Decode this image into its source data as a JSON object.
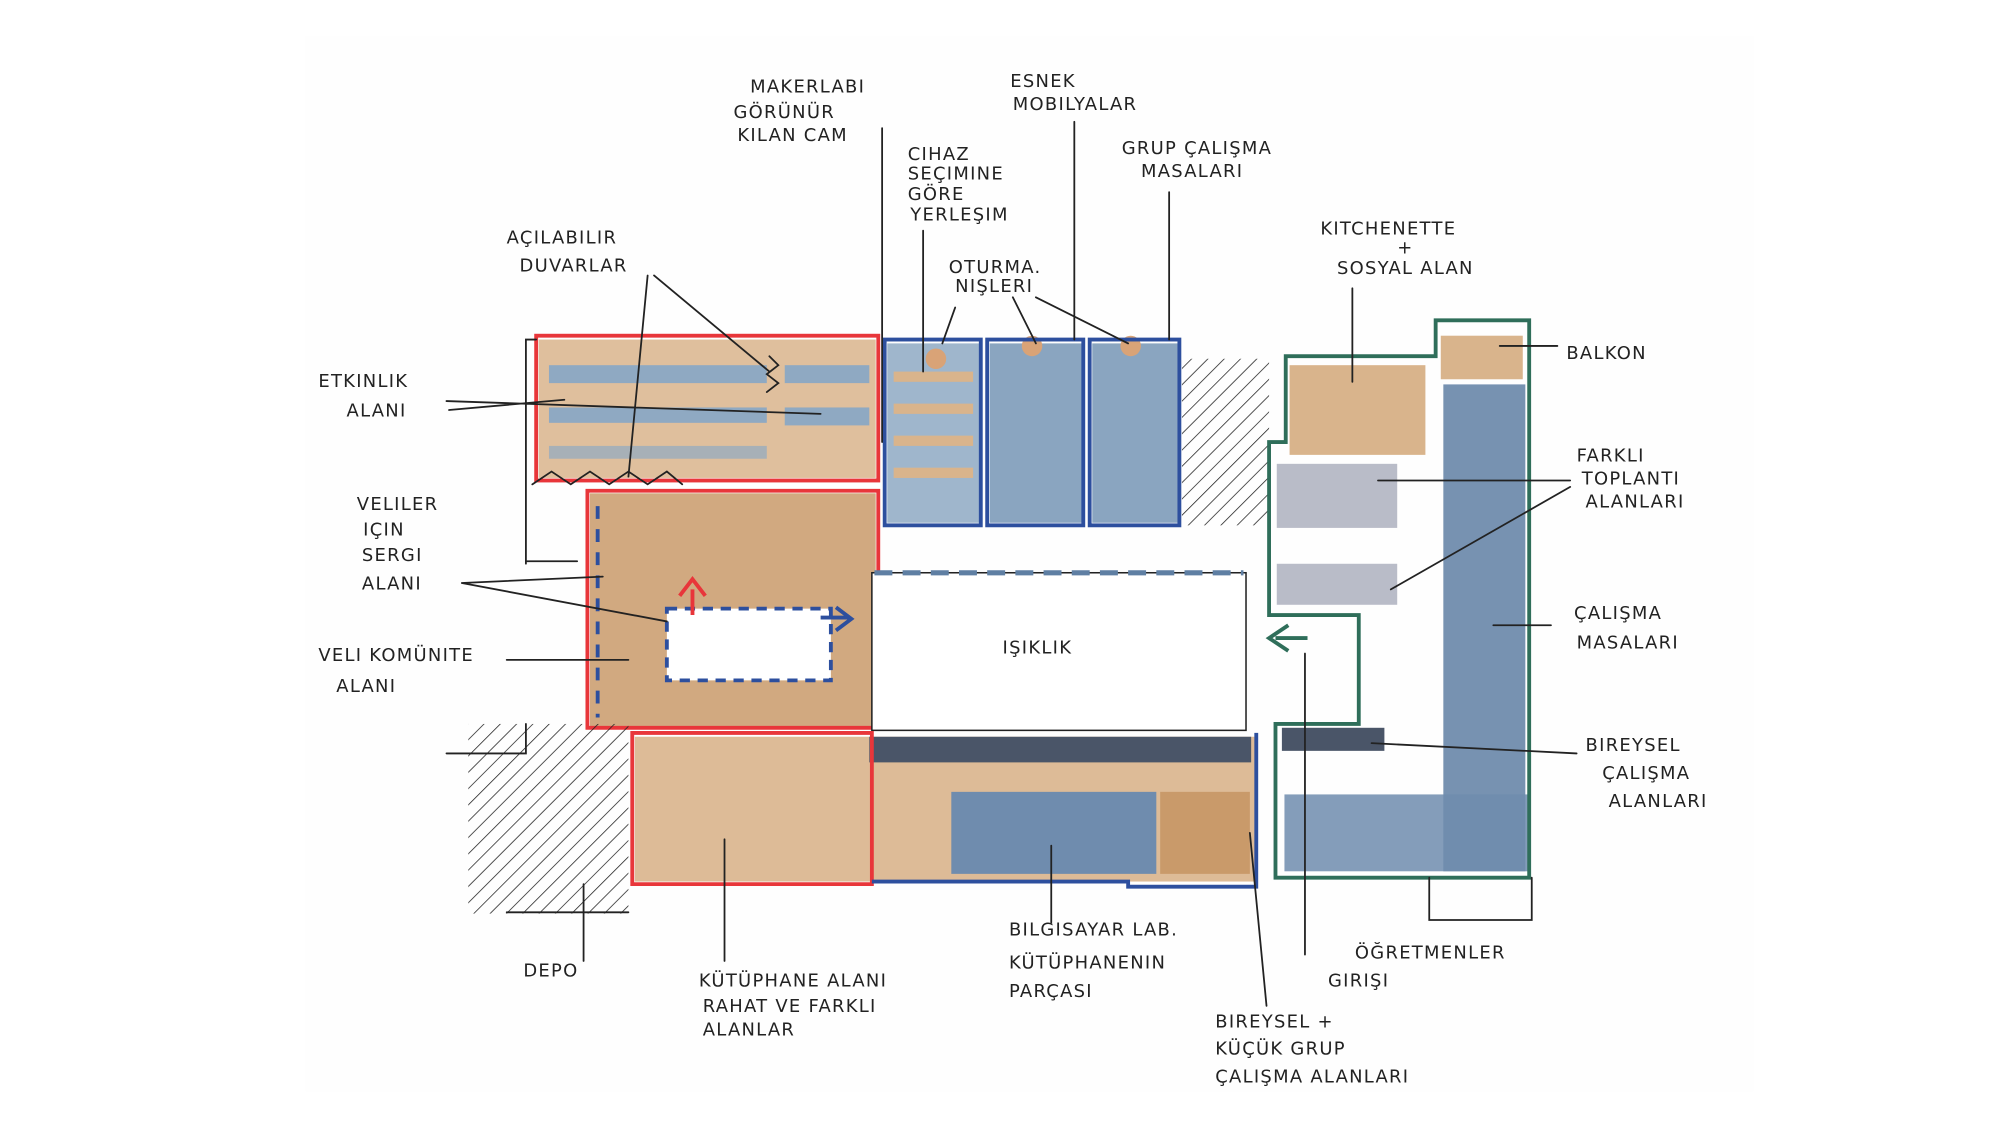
{
  "title": "Floor plan concept sketch",
  "colors": {
    "red": "#e8363a",
    "blue": "#2d4f9e",
    "green": "#2f6e5a",
    "tan": "#d9b48c",
    "steel": "#7f9bb8",
    "gray": "#b9bcc8",
    "ink": "#222222"
  },
  "labels": {
    "makerlab": [
      "MAKERLABI",
      "GÖRÜNÜR",
      "KILAN CAM"
    ],
    "esnek": [
      "ESNEK",
      "MOBILYALAR"
    ],
    "cihaz": [
      "CIHAZ",
      "SEÇIMINE",
      "GÖRE",
      "YERLEŞIM"
    ],
    "grup": [
      "GRUP ÇALIŞMA",
      "MASALARI"
    ],
    "oturma": [
      "OTURMA.",
      "NIŞLERI"
    ],
    "acilabilir": [
      "AÇILABILIR",
      "DUVARLAR"
    ],
    "kitchen": [
      "KITCHENETTE",
      "+",
      "SOSYAL ALAN"
    ],
    "balkon": [
      "BALKON"
    ],
    "etkinlik": [
      "ETKINLIK",
      "ALANI"
    ],
    "toplanti": [
      "FARKLI",
      "TOPLANTI",
      "ALANLARI"
    ],
    "sergi": [
      "VELILER",
      "IÇIN",
      "SERGI",
      "ALANI"
    ],
    "isiklik": [
      "IŞIKLIK"
    ],
    "calisma": [
      "ÇALIŞMA",
      "MASALARI"
    ],
    "veli": [
      "VELI KOMÜNITE",
      "ALANI"
    ],
    "bireysel": [
      "BIREYSEL",
      "ÇALIŞMA",
      "ALANLARI"
    ],
    "depo": [
      "DEPO"
    ],
    "kutuphane": [
      "KÜTÜPHANE ALANI",
      "RAHAT VE FARKLI",
      "ALANLAR"
    ],
    "bilgisayar": [
      "BILGISAYAR LAB.",
      "KÜTÜPHANENIN",
      "PARÇASI"
    ],
    "ogretmen": [
      "ÖĞRETMENLER",
      "GIRIŞI"
    ],
    "kucukgrup": [
      "BIREYSEL +",
      "KÜÇÜK GRUP",
      "ÇALIŞMA ALANLARI"
    ]
  }
}
